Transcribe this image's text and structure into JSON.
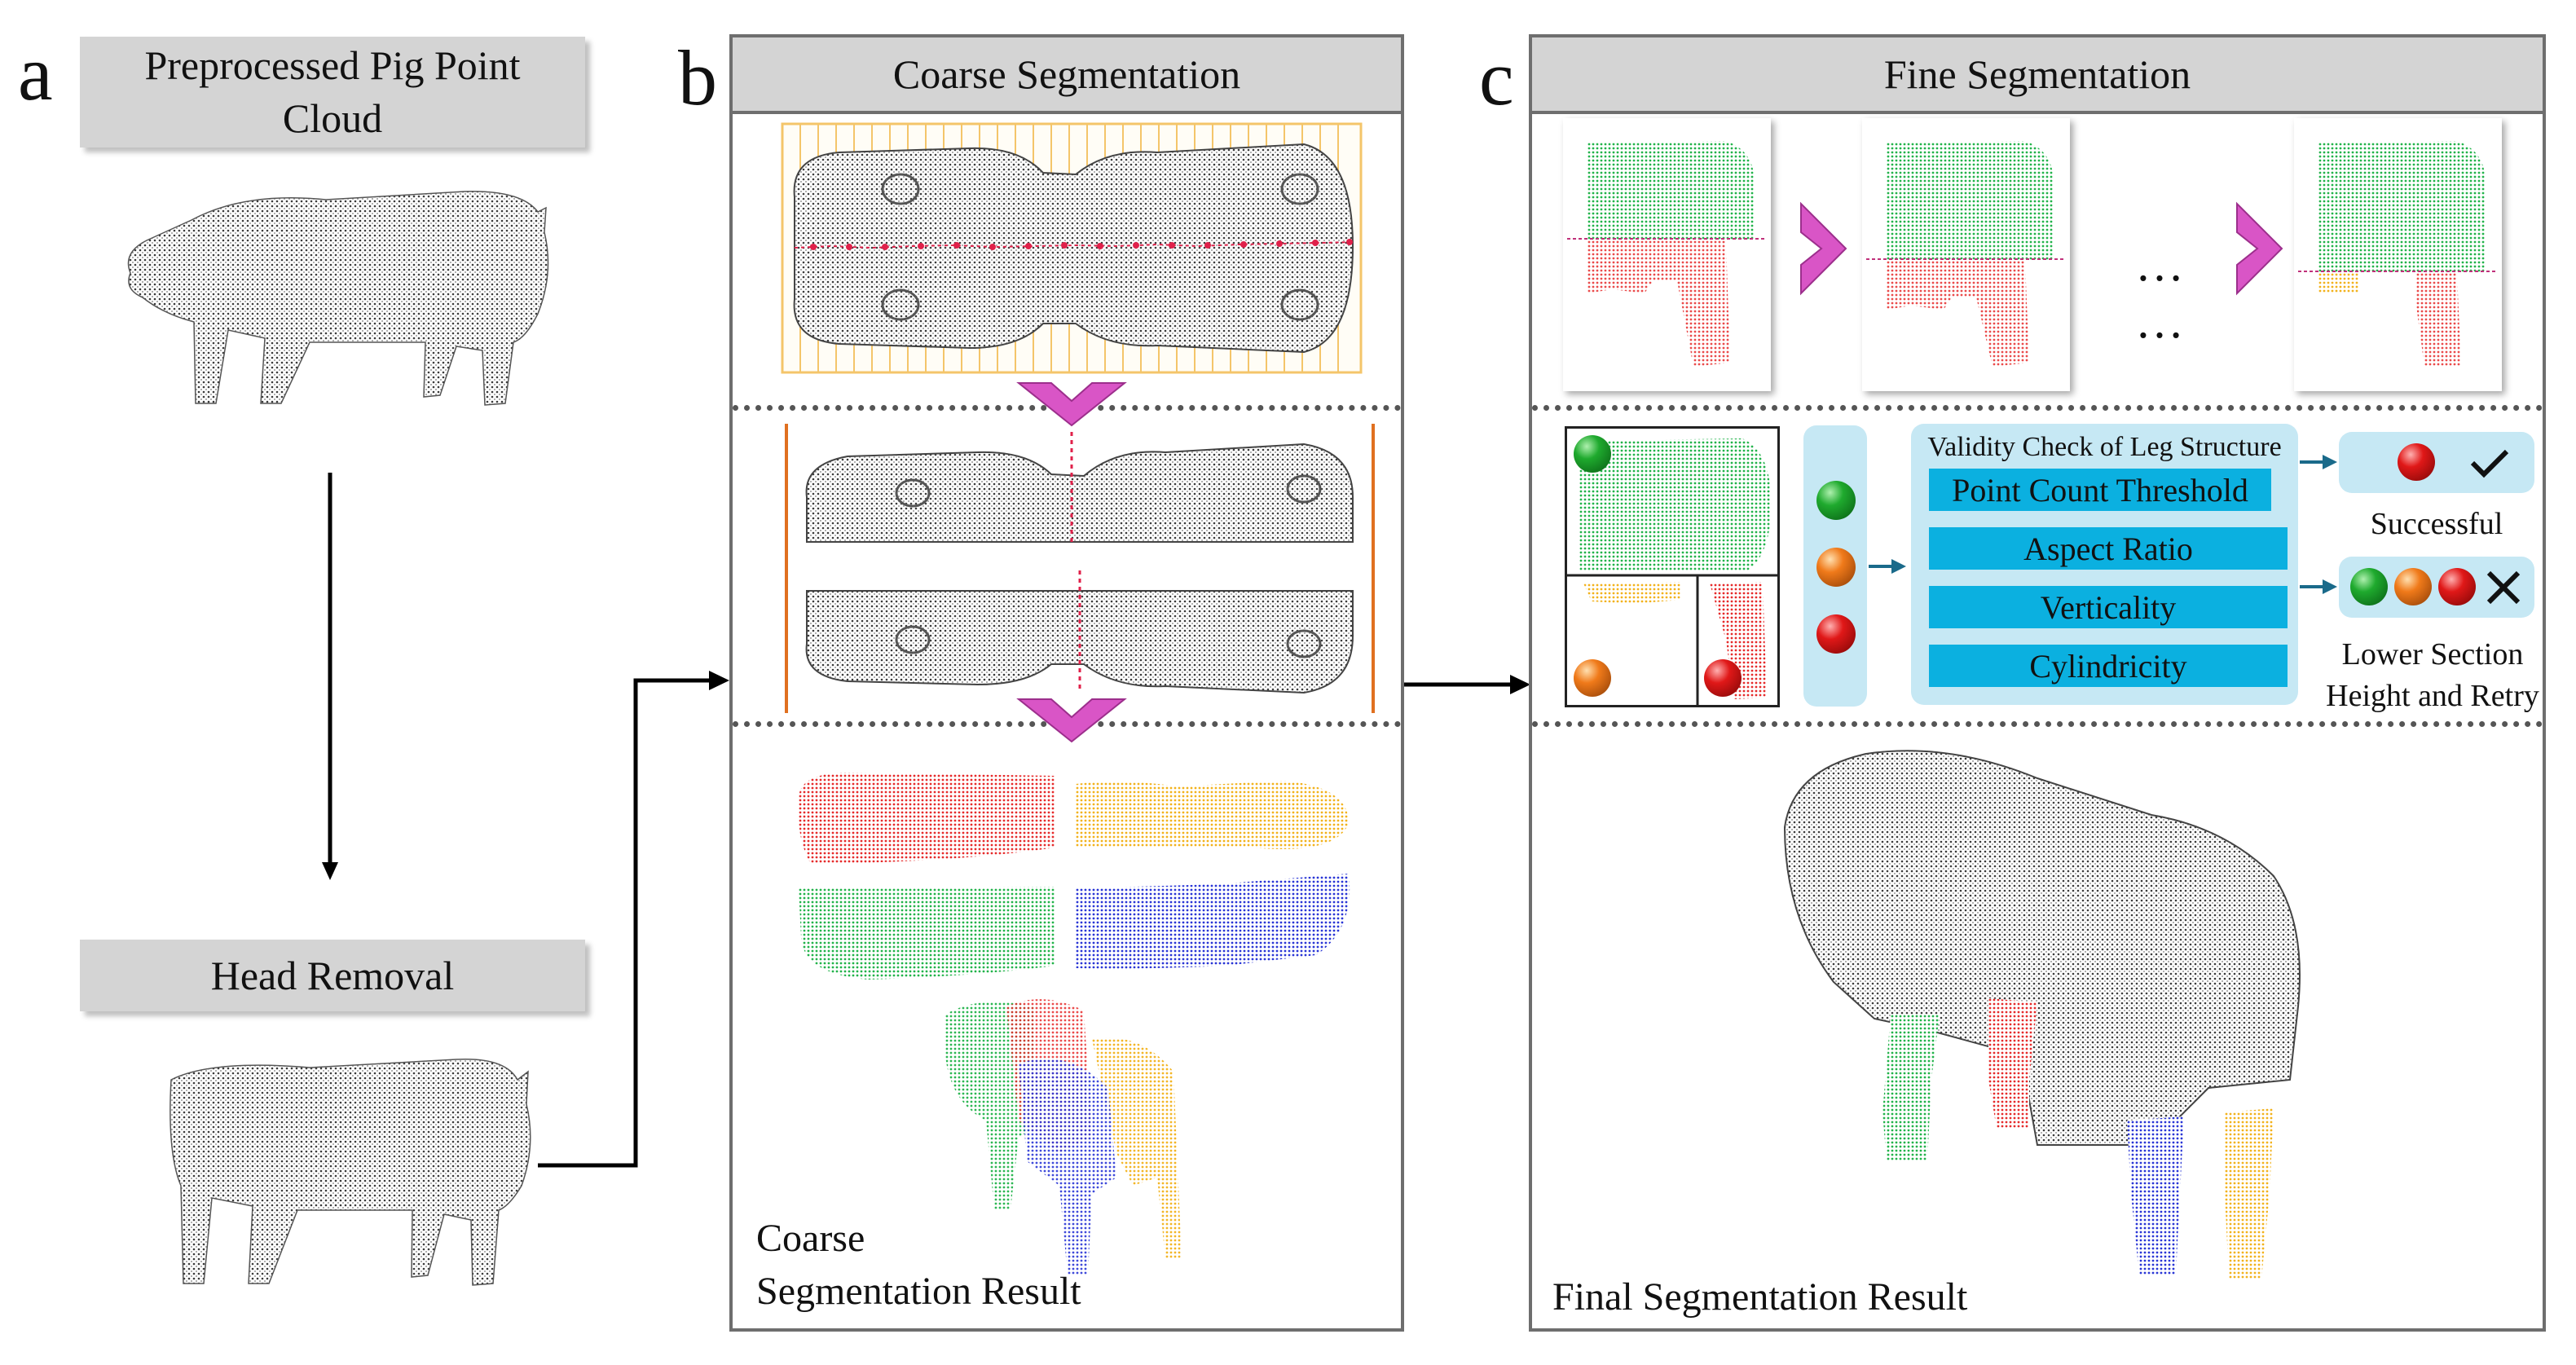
{
  "panel_a": {
    "letter": "a",
    "step1_label": "Preprocessed Pig Point Cloud",
    "step2_label": "Head Removal"
  },
  "panel_b": {
    "letter": "b",
    "title": "Coarse Segmentation",
    "result_caption_line1": "Coarse",
    "result_caption_line2": "Segmentation Result"
  },
  "panel_c": {
    "letter": "c",
    "title": "Fine Segmentation",
    "ellipsis": "…",
    "validity_title": "Validity Check of Leg Structure",
    "criteria": [
      "Point Count Threshold",
      "Aspect Ratio",
      "Verticality",
      "Cylindricity"
    ],
    "success_label": "Successful",
    "failure_label_line1": "Lower Section",
    "failure_label_line2": "Height and Retry",
    "result_caption": "Final Segmentation Result"
  },
  "colors": {
    "panel_border": "#6e6e6e",
    "label_bg": "#d4d4d4",
    "criteria_bg": "#0bb0e0",
    "validity_box_bg": "#c6e8f4",
    "chevron": "#d955c6",
    "leg_green": "#22b34a",
    "leg_red": "#e62b2b",
    "leg_yellow": "#f2b21c",
    "leg_blue": "#2a36d6",
    "grid_orange": "#f4c56a"
  },
  "icons": [
    "check-icon",
    "cross-icon",
    "arrow-icon",
    "chevron-down-icon",
    "chevron-right-icon"
  ]
}
